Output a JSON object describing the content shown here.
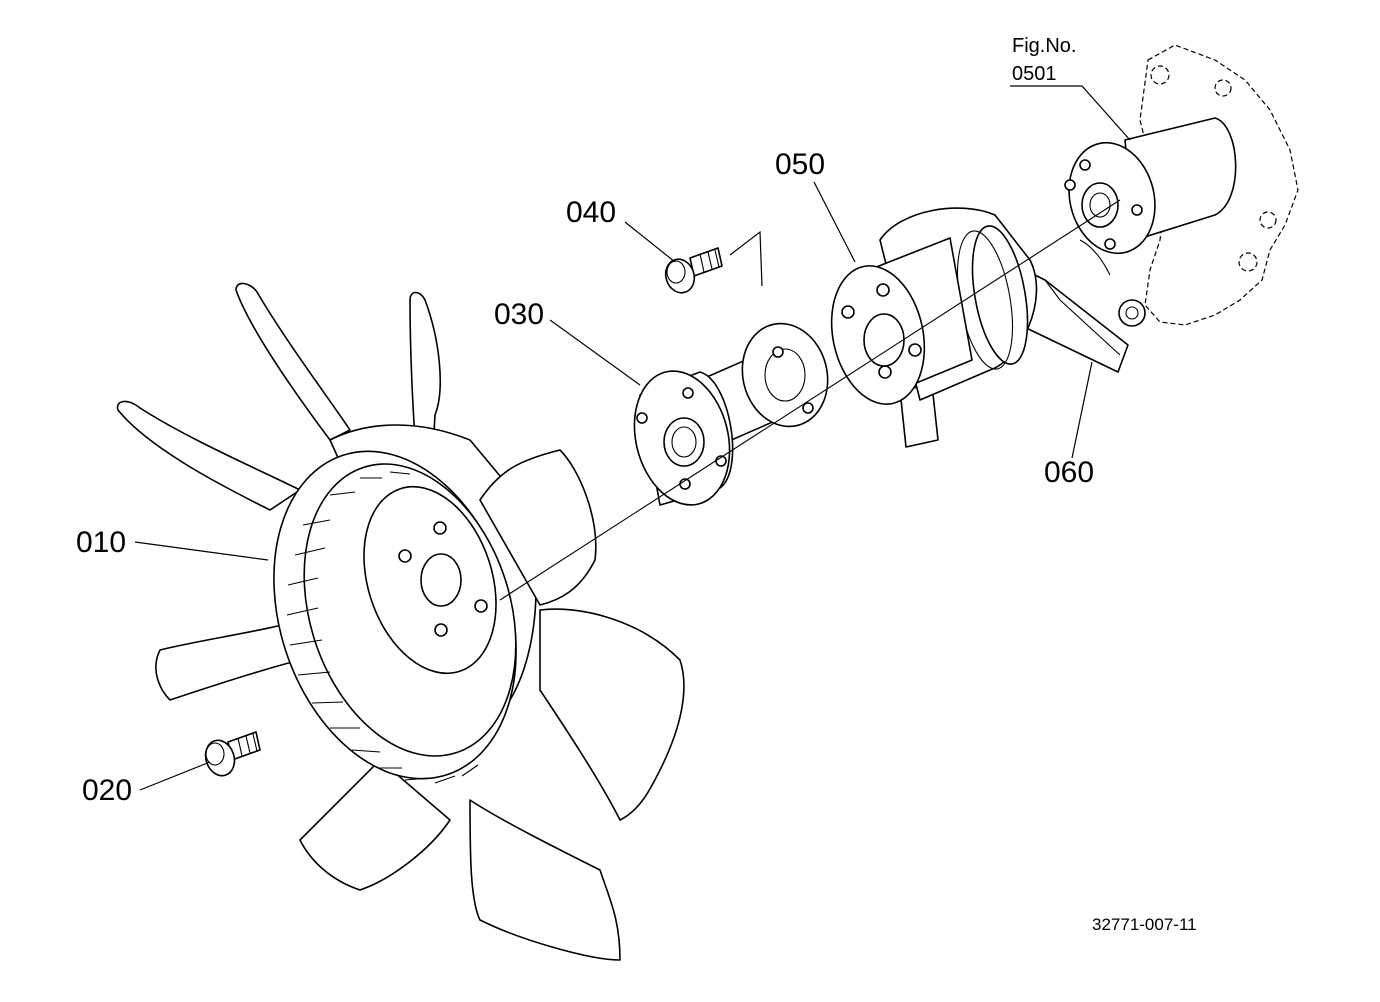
{
  "figure": {
    "label_line1": "Fig.No.",
    "label_line2": "0501",
    "drawing_code": "32771-007-11"
  },
  "callouts": [
    {
      "id": "010",
      "text": "010"
    },
    {
      "id": "020",
      "text": "020"
    },
    {
      "id": "030",
      "text": "030"
    },
    {
      "id": "040",
      "text": "040"
    },
    {
      "id": "050",
      "text": "050"
    },
    {
      "id": "060",
      "text": "060"
    }
  ]
}
